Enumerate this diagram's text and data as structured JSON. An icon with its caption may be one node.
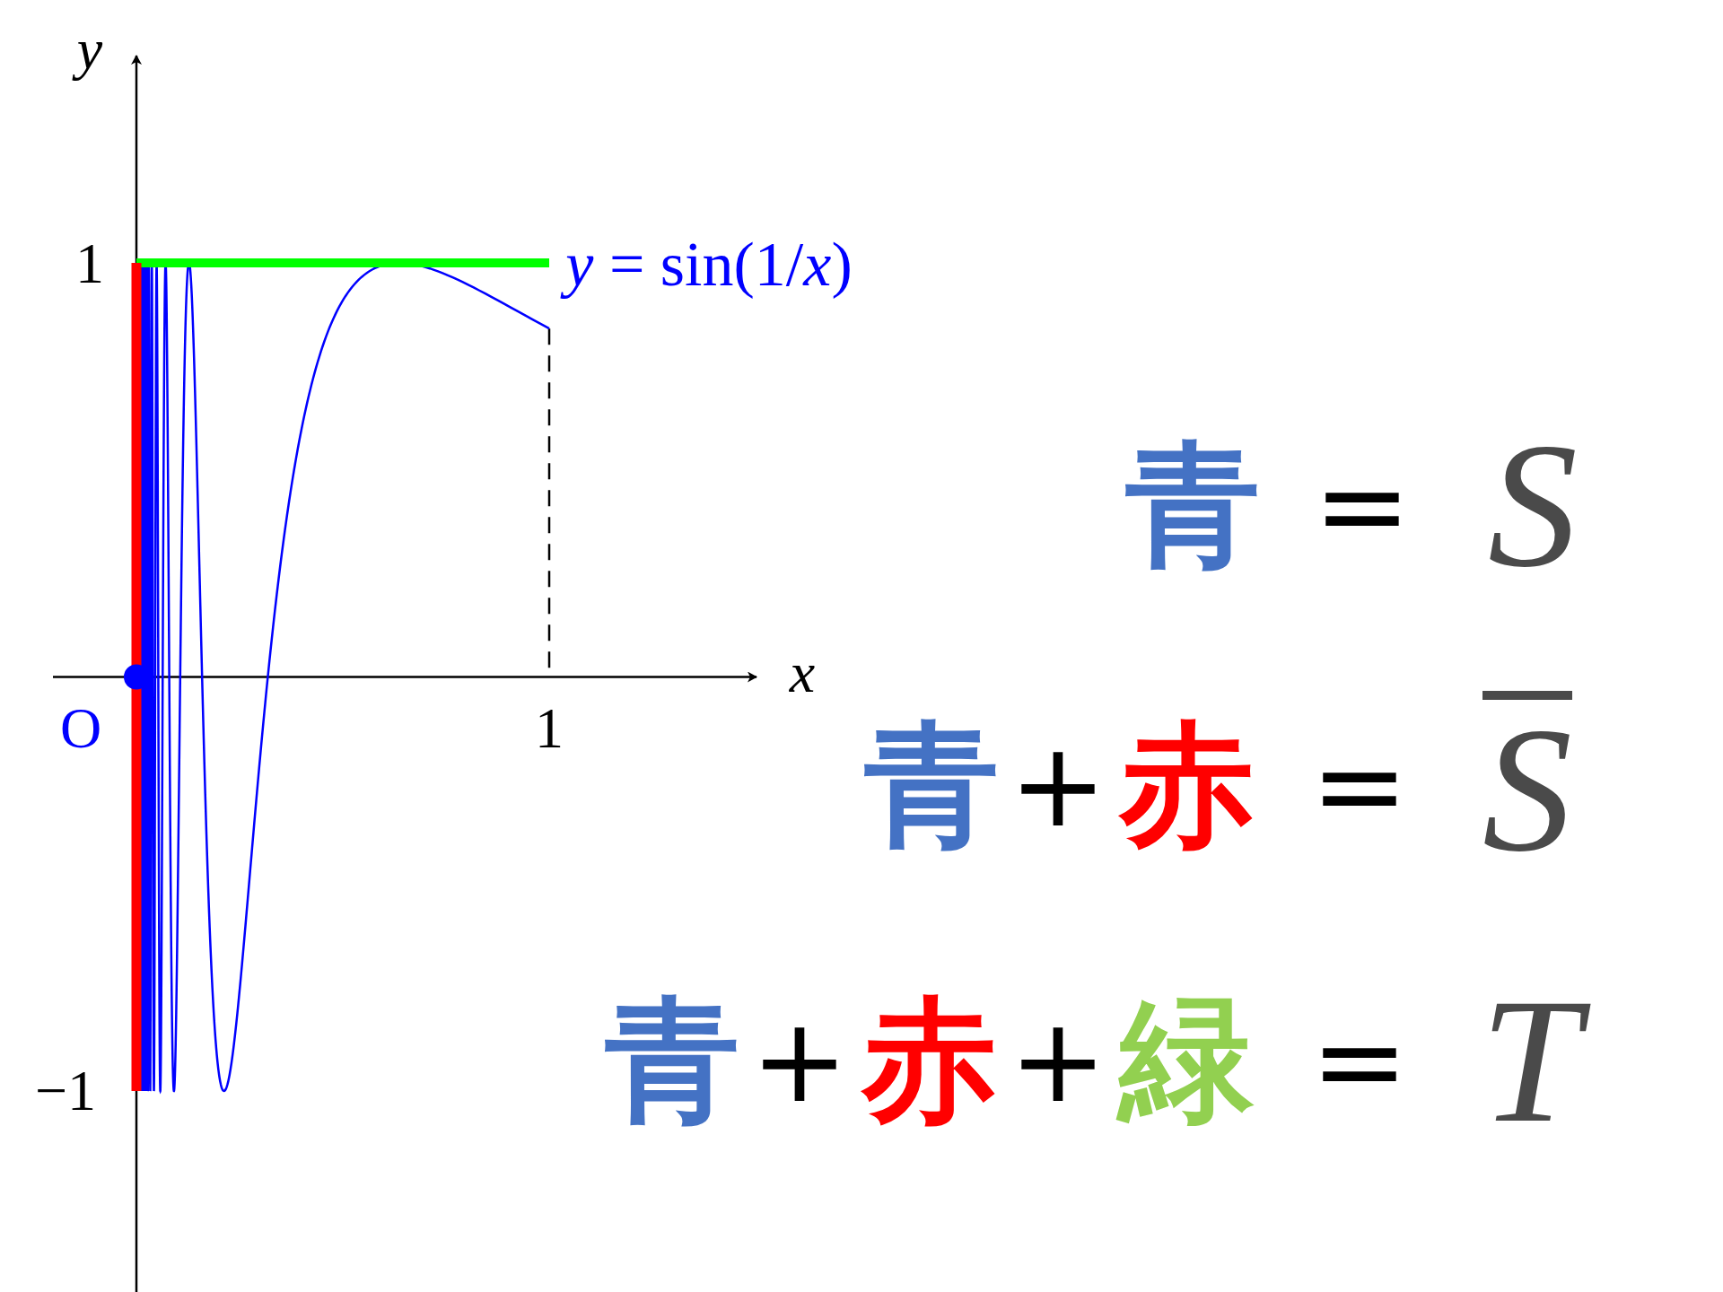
{
  "diagram": {
    "labels": [
      "y",
      "1",
      "−1",
      "O",
      "1",
      "x",
      "*y* = sin(1/*x*)",
      "青",
      "=",
      "S",
      "青",
      "+",
      "赤",
      "=",
      "S",
      "青",
      "+",
      "赤",
      "+",
      "緑",
      "=",
      "T"
    ]
  }
}
